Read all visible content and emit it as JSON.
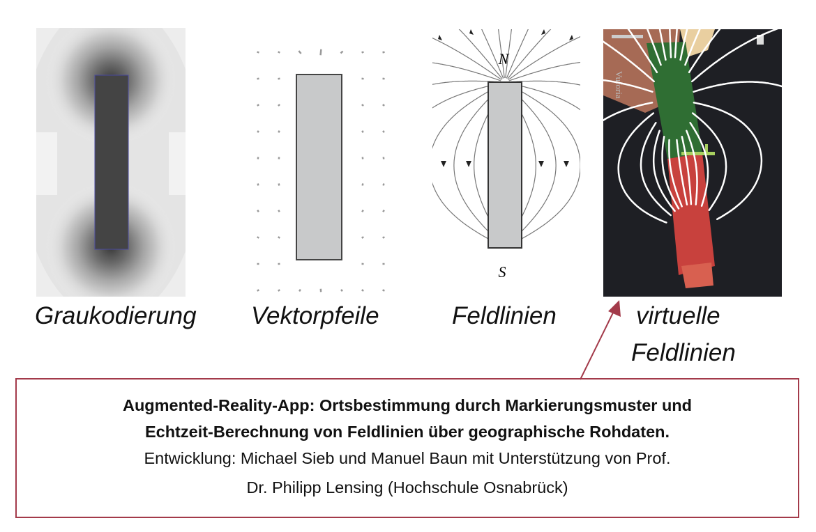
{
  "panels": [
    {
      "id": "grey",
      "caption": "Graukodierung"
    },
    {
      "id": "vectors",
      "caption": "Vektorpfeile"
    },
    {
      "id": "fieldlines",
      "caption": "Feldlinien",
      "pole_north": "N",
      "pole_south": "S"
    },
    {
      "id": "ar",
      "caption_line1": "virtuelle",
      "caption_line2": "Feldlinien",
      "watermark": "Vuforia"
    }
  ],
  "info_box": {
    "line1": "Augmented-Reality-App: Ortsbestimmung durch Markierungsmuster und",
    "line2": "Echtzeit-Berechnung von Feldlinien über geographische Rohdaten.",
    "line3": "Entwicklung: Michael Sieb und Manuel Baun mit Unterstützung von Prof.",
    "line4": "Dr. Philipp Lensing (Hochschule Osnabrück)"
  },
  "colors": {
    "box_border": "#a33a4a",
    "arrow": "#a33a4a",
    "magnet_grey": "#c8c9ca",
    "ar_green": "#2f6e33",
    "ar_red": "#c8413d"
  }
}
